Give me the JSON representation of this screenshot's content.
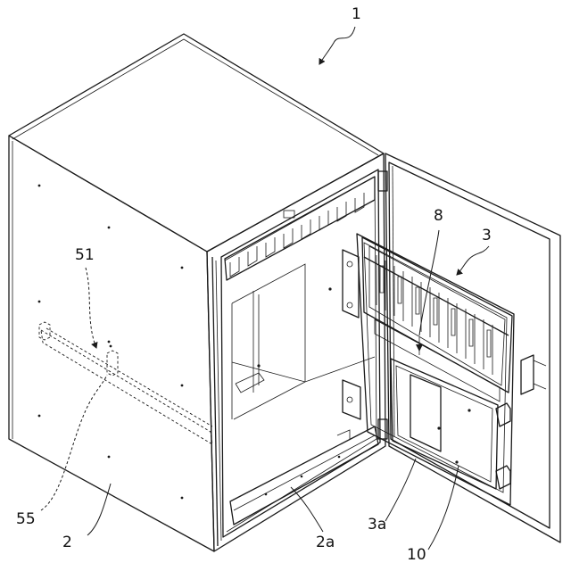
{
  "labels": {
    "ref_1": "1",
    "ref_2": "2",
    "ref_2a": "2a",
    "ref_3": "3",
    "ref_3a": "3a",
    "ref_8": "8",
    "ref_10": "10",
    "ref_51": "51",
    "ref_55": "55"
  }
}
